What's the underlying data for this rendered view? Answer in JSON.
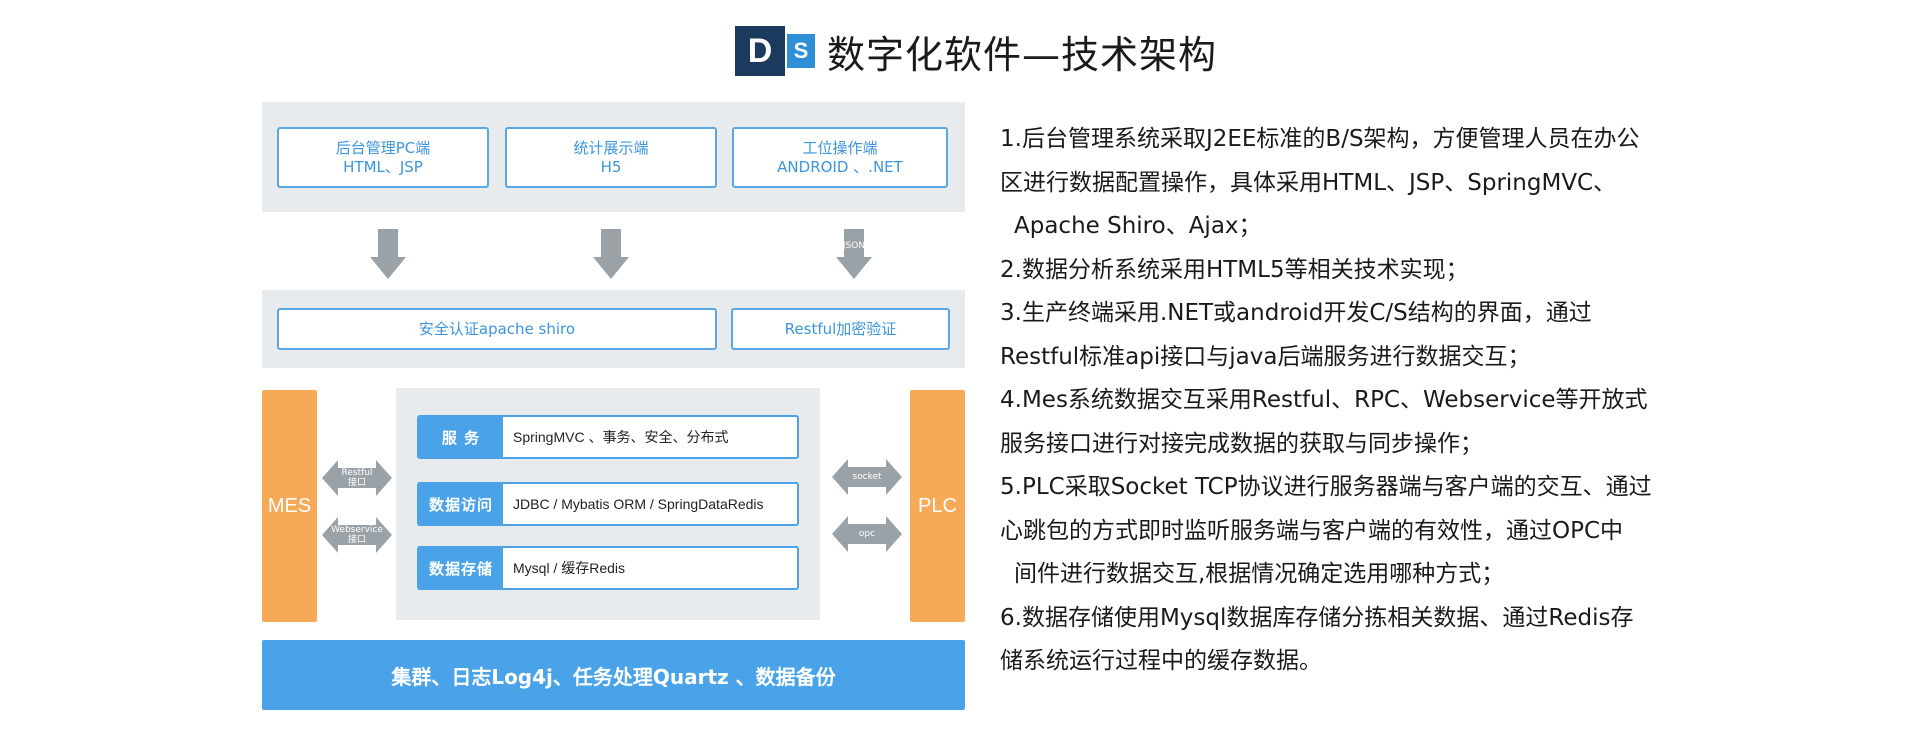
{
  "header": {
    "logo_d": "D",
    "logo_s": "S",
    "title": "数字化软件—技术架构"
  },
  "clients": [
    {
      "name": "后台管理PC端",
      "tech": "HTML、JSP"
    },
    {
      "name": "统计展示端",
      "tech": "H5"
    },
    {
      "name": "工位操作端",
      "tech": "ANDROID 、.NET"
    }
  ],
  "json_arrow_label": "JSON",
  "security": {
    "auth": "安全认证apache  shiro",
    "restful": "Restful加密验证"
  },
  "mes_label": "MES",
  "plc_label": "PLC",
  "left_arrows": [
    {
      "line1": "Restful",
      "line2": "接口"
    },
    {
      "line1": "Webservice",
      "line2": "接口"
    }
  ],
  "right_arrows": [
    {
      "label": "socket"
    },
    {
      "label": "opc"
    }
  ],
  "layers": [
    {
      "tag": "服    务",
      "desc": "SpringMVC 、事务、安全、分布式"
    },
    {
      "tag": "数据访问",
      "desc": "JDBC / Mybatis ORM / SpringDataRedis"
    },
    {
      "tag": "数据存储",
      "desc": "Mysql / 缓存Redis"
    }
  ],
  "bottom_bar": "集群、日志Log4j、任务处理Quartz 、数据备份",
  "colors": {
    "accent_blue": "#4aa3e8",
    "orange": "#f6a957",
    "panel_gray": "#e7ebee",
    "arrow_gray": "#9aa2a8",
    "logo_dark": "#1c3a5e"
  },
  "description_lines": [
    "1.后台管理系统采取J2EE标准的B/S架构，方便管理人员在办公",
    "区进行数据配置操作，具体采用HTML、JSP、SpringMVC、",
    "Apache Shiro、Ajax；",
    "2.数据分析系统采用HTML5等相关技术实现；",
    "3.生产终端采用.NET或android开发C/S结构的界面，通过",
    "Restful标准api接口与java后端服务进行数据交互；",
    "4.Mes系统数据交互采用Restful、RPC、Webservice等开放式",
    "服务接口进行对接完成数据的获取与同步操作；",
    "5.PLC采取Socket TCP协议进行服务器端与客户端的交互、通过",
    "心跳包的方式即时监听服务端与客户端的有效性，通过OPC中",
    "间件进行数据交互,根据情况确定选用哪种方式；",
    "6.数据存储使用Mysql数据库存储分拣相关数据、通过Redis存",
    "储系统运行过程中的缓存数据。"
  ]
}
